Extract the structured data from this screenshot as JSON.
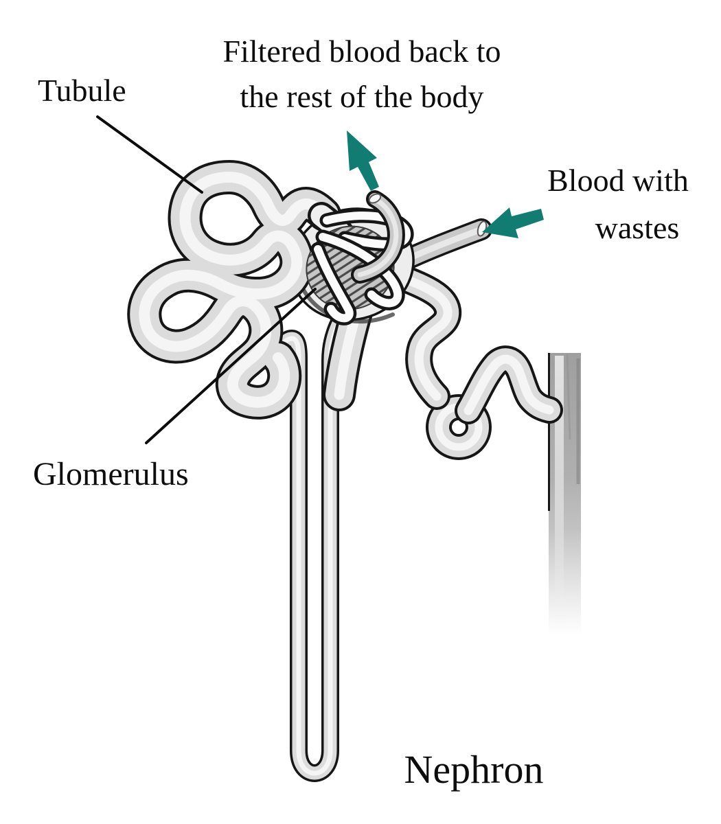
{
  "page": {
    "background": "#ffffff"
  },
  "labels": {
    "filtered_blood": {
      "line1": "Filtered blood back to",
      "line2": "the rest of the body"
    },
    "tubule": "Tubule",
    "blood_with_wastes": {
      "line1": "Blood with",
      "line2": "wastes"
    },
    "glomerulus": "Glomerulus",
    "diagram_title": "Nephron"
  },
  "colors": {
    "arrow_teal": "#117d72",
    "ink": "#0d0d0d",
    "tube_gray": "#dcdcdc",
    "vessel_gray": "#c9c9c9"
  }
}
